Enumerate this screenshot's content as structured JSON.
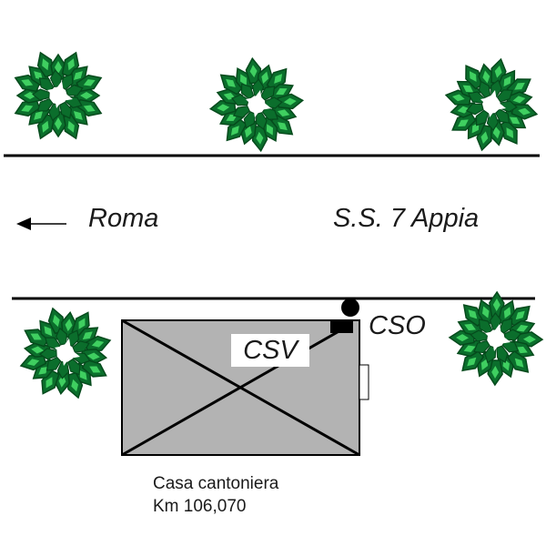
{
  "diagram": {
    "road": {
      "name": "S.S. 7 Appia",
      "direction_label": "Roma",
      "direction": "left"
    },
    "building": {
      "name": "Casa cantoniera",
      "km": "Km 106,070",
      "fill": "#b3b3b3"
    },
    "labels": {
      "cso": "CSO",
      "csv": "CSV"
    },
    "trees": {
      "count": 5,
      "colors": {
        "dark": "#0b6e2c",
        "light": "#3fcf60",
        "outline": "#054a1c"
      }
    }
  }
}
